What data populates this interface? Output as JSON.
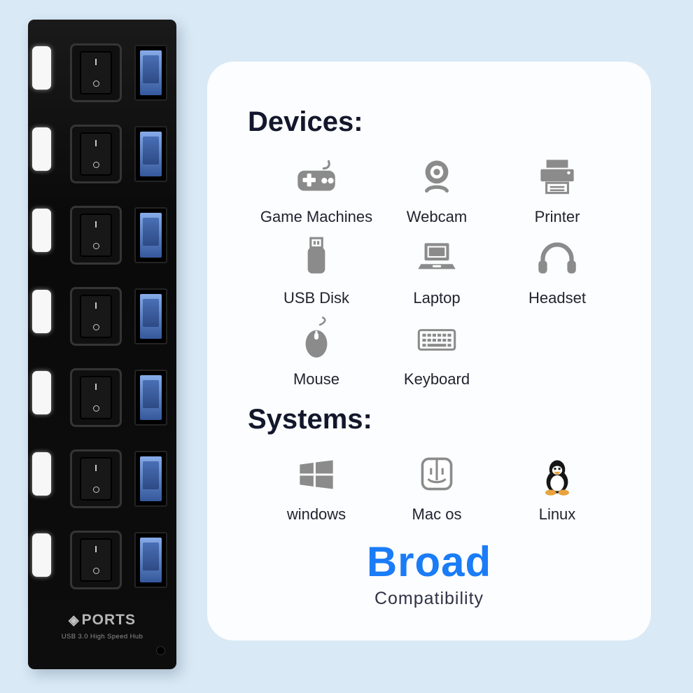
{
  "hub": {
    "brand": "PORTS",
    "subtitle": "USB 3.0 High Speed  Hub",
    "port_count": 7,
    "led_icon": "led-indicator",
    "switch_top_mark": "I"
  },
  "panel": {
    "devices_heading": "Devices:",
    "devices": [
      {
        "label": "Game Machines",
        "icon": "gamepad-icon"
      },
      {
        "label": "Webcam",
        "icon": "webcam-icon"
      },
      {
        "label": "Printer",
        "icon": "printer-icon"
      },
      {
        "label": "USB Disk",
        "icon": "usb-disk-icon"
      },
      {
        "label": "Laptop",
        "icon": "laptop-icon"
      },
      {
        "label": "Headset",
        "icon": "headset-icon"
      },
      {
        "label": "Mouse",
        "icon": "mouse-icon"
      },
      {
        "label": "Keyboard",
        "icon": "keyboard-icon"
      }
    ],
    "systems_heading": "Systems:",
    "systems": [
      {
        "label": "windows",
        "icon": "windows-icon"
      },
      {
        "label": "Mac os",
        "icon": "macos-icon"
      },
      {
        "label": "Linux",
        "icon": "linux-icon"
      }
    ],
    "footer": {
      "title": "Broad",
      "subtitle": "Compatibility"
    }
  },
  "colors": {
    "page_background": "#d9e9f5",
    "card_background": "#fbfdfe",
    "heading_text": "#13172c",
    "label_text": "#20242f",
    "icon_gray": "#8b8b8b",
    "accent_blue": "#1a7cf7",
    "usb_port_blue": "#35589c"
  }
}
